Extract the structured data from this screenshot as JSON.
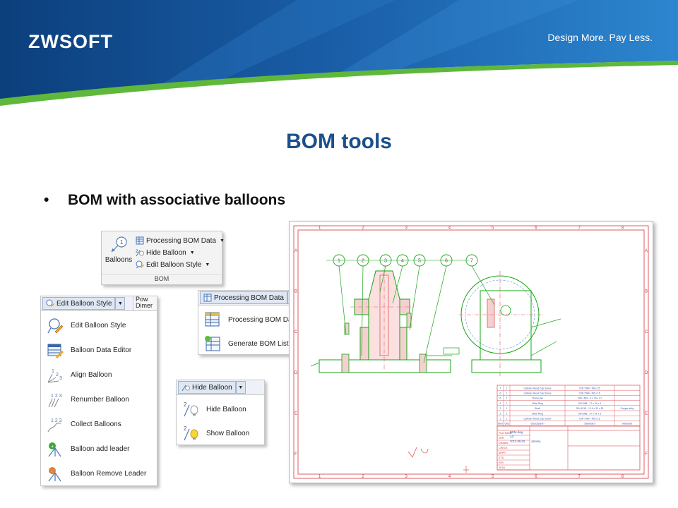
{
  "header": {
    "logo": "ZWSOFT",
    "tagline": "Design More. Pay Less."
  },
  "slide": {
    "title": "BOM tools",
    "bullet": "BOM with associative balloons"
  },
  "ribbon": {
    "balloons_label": "Balloons",
    "items": [
      {
        "label": "Processing BOM Data",
        "icon": "bom-table-icon"
      },
      {
        "label": "Hide Balloon",
        "icon": "hide-balloon-icon"
      },
      {
        "label": "Edit Balloon Style",
        "icon": "edit-balloon-icon"
      }
    ],
    "group_label": "BOM"
  },
  "edit_menu": {
    "button_label": "Edit Balloon Style",
    "side_tab": "Pow\nDimer",
    "items": [
      {
        "label": "Edit Balloon Style",
        "icon": "edit-balloon-style-icon"
      },
      {
        "label": "Balloon Data Editor",
        "icon": "balloon-data-editor-icon"
      },
      {
        "label": "Align Balloon",
        "icon": "align-balloon-icon"
      },
      {
        "label": "Renumber Balloon",
        "icon": "renumber-balloon-icon"
      },
      {
        "label": "Collect Balloons",
        "icon": "collect-balloons-icon"
      },
      {
        "label": "Balloon add leader",
        "icon": "balloon-add-leader-icon"
      },
      {
        "label": "Balloon Remove Leader",
        "icon": "balloon-remove-leader-icon"
      }
    ]
  },
  "processing_menu": {
    "button_label": "Processing BOM Data",
    "items": [
      {
        "label": "Processing BOM Data",
        "icon": "processing-bom-icon"
      },
      {
        "label": "Generate BOM List",
        "icon": "generate-bom-icon"
      }
    ]
  },
  "hide_menu": {
    "button_label": "Hide Balloon",
    "items": [
      {
        "label": "Hide Balloon",
        "icon": "hide-balloon-icon"
      },
      {
        "label": "Show Balloon",
        "icon": "show-balloon-icon"
      }
    ]
  },
  "drawing": {
    "column_numbers": [
      "1",
      "2",
      "3",
      "4",
      "5",
      "6",
      "7",
      "8"
    ],
    "row_letters": [
      "A",
      "B",
      "C",
      "D",
      "E",
      "F"
    ],
    "balloons": [
      "1",
      "2",
      "3",
      "4",
      "5",
      "6",
      "7"
    ],
    "bom_headers": [
      "Item",
      "Qty",
      "Description",
      "Standard",
      "Material"
    ],
    "bom_rows": [
      [
        "7",
        "1",
        "Cylinder Head Cap Screw",
        "DIN 7984 - M8 x 25",
        ""
      ],
      [
        "6",
        "1",
        "Cylinder Head Cap Screw",
        "DIN 7984 - M6 x 16",
        ""
      ],
      [
        "5",
        "1",
        "Clamp jaw",
        "DIN 1543 - 4 x 16 x 41",
        ""
      ],
      [
        "4",
        "1",
        "Slide Ring",
        "DIN 988 - 17 x 24 x 3",
        ""
      ],
      [
        "3",
        "1",
        "Shaft",
        "DIN 1015 - 1.16 x 32 x 25",
        "Copper alloy"
      ],
      [
        "2",
        "1",
        "Slide Ring",
        "DIN 988 - 17 x 24 x 3",
        ""
      ],
      [
        "1",
        "1",
        "Cylinder Head Cap Screw",
        "DIN 7984 - M6 x 16",
        ""
      ]
    ],
    "title_block_labels": [
      "FILE NAME",
      "VER",
      "DRAWN",
      "CHECK",
      "APPR",
      "STD",
      "REV",
      "SIGN"
    ],
    "title_values": [
      "BOM.dwg",
      "A3",
      "2012-05-25",
      "Jammy"
    ],
    "colors": {
      "frame": "#d6363c",
      "part": "#14a514",
      "hatch": "#e05858",
      "balloon": "#1fa21f"
    }
  },
  "colors": {
    "header_blue": "#0e4d8f",
    "header_green": "#5fb83b",
    "title_blue": "#1a4f8a"
  }
}
